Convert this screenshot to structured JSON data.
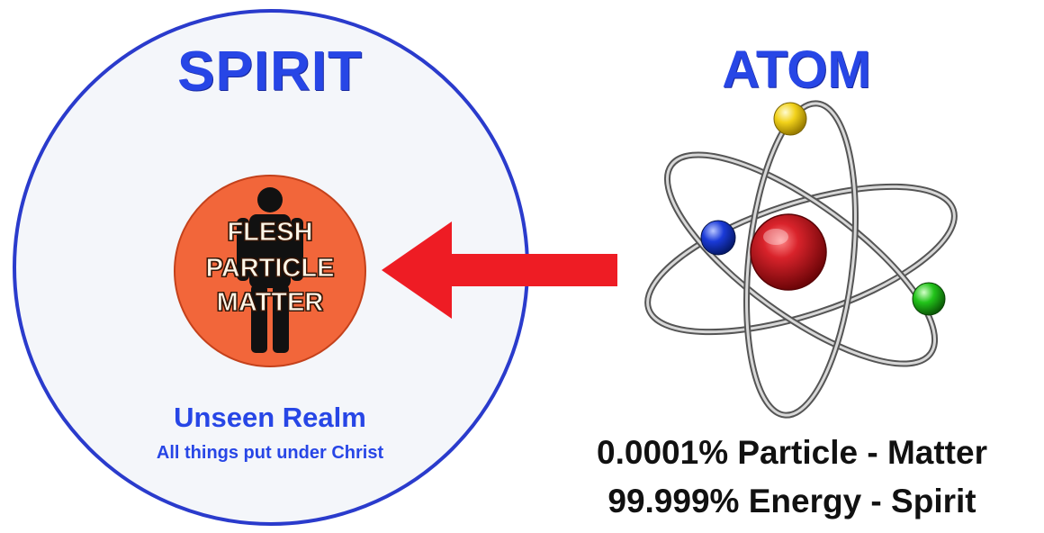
{
  "spirit": {
    "title": "SPIRIT",
    "inner_label_lines": [
      "FLESH",
      "PARTICLE",
      "MATTER"
    ],
    "realm_title": "Unseen Realm",
    "realm_subtitle": "All things put under Christ"
  },
  "atom": {
    "title": "ATOM",
    "stats": [
      "0.0001% Particle - Matter",
      "99.999% Energy - Spirit"
    ]
  },
  "colors": {
    "accent_blue": "#2746e6",
    "circle_border": "#2a3bcc",
    "flesh_orange": "#f2663a",
    "arrow_red": "#ee1c24",
    "nucleus_red": "#c0141c",
    "electron_yellow": "#f2d21a",
    "electron_blue": "#1a3ad8",
    "electron_green": "#22c41a"
  },
  "icons": {
    "person": "person-silhouette-icon",
    "arrow": "arrow-left-icon",
    "atom": "atom-icon"
  }
}
